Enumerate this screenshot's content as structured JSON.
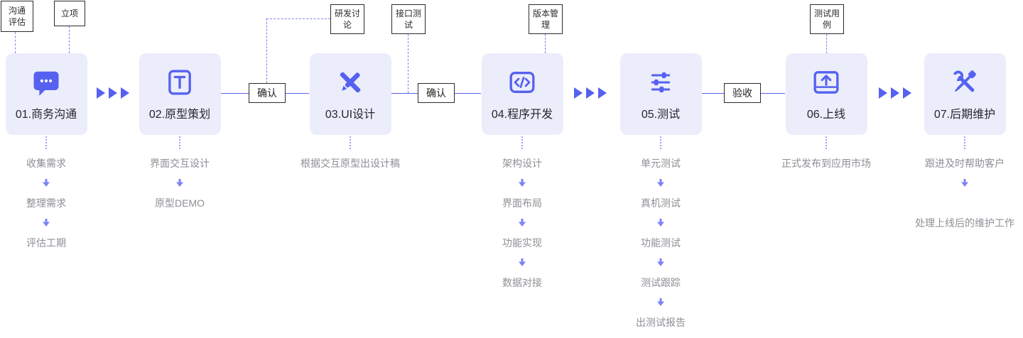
{
  "colors": {
    "accent": "#5661F0",
    "stage_box_bg": "#EBEDFB",
    "stage_label_text": "#26262e",
    "substep_text": "#8F8F96",
    "arrow": "#7B85F4",
    "tag_border": "#2b2b2b"
  },
  "stages": [
    {
      "label": "01.商务沟通",
      "icon": "chat-icon",
      "substeps": [
        "收集需求",
        "整理需求",
        "评估工期"
      ]
    },
    {
      "label": "02.原型策划",
      "icon": "prototype-icon",
      "substeps": [
        "界面交互设计",
        "原型DEMO"
      ]
    },
    {
      "label": "03.UI设计",
      "icon": "design-tools-icon",
      "substeps": [
        "根据交互原型出设计稿"
      ]
    },
    {
      "label": "04.程序开发",
      "icon": "code-icon",
      "substeps": [
        "架构设计",
        "界面布局",
        "功能实现",
        "数据对接"
      ]
    },
    {
      "label": "05.测试",
      "icon": "sliders-icon",
      "substeps": [
        "单元测试",
        "真机测试",
        "功能测试",
        "测试跟踪",
        "出测试报告"
      ]
    },
    {
      "label": "06.上线",
      "icon": "launch-icon",
      "substeps": [
        "正式发布到应用市场"
      ]
    },
    {
      "label": "07.后期维护",
      "icon": "maintenance-icon",
      "substeps": [
        "跟进及时帮助客户",
        "处理上线后的维护工作"
      ]
    }
  ],
  "top_tags": [
    {
      "label": "沟通评估"
    },
    {
      "label": "立项"
    },
    {
      "label": "研发讨论"
    },
    {
      "label": "接口测试"
    },
    {
      "label": "版本管理"
    },
    {
      "label": "测试用例"
    }
  ],
  "connector_labels": [
    {
      "label": "确认"
    },
    {
      "label": "确认"
    },
    {
      "label": "验收"
    }
  ]
}
